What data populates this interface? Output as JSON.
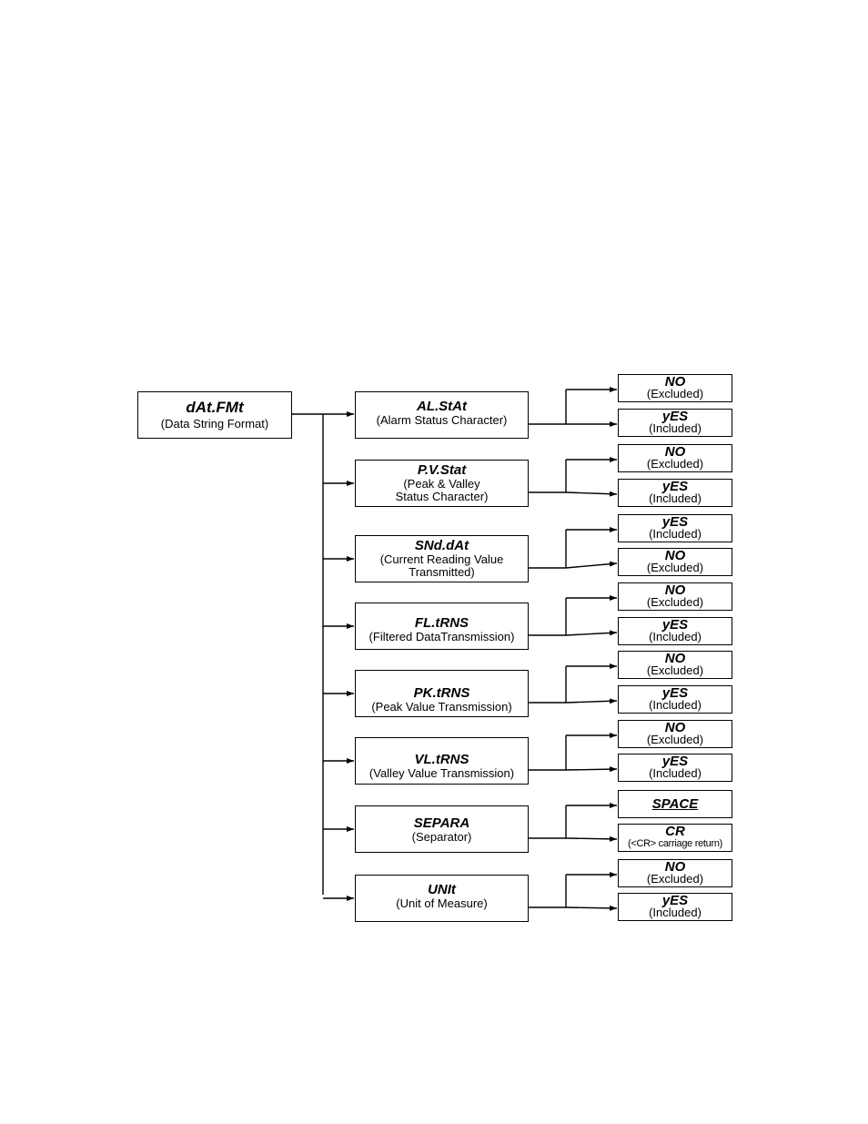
{
  "root": {
    "title": "dAt.FMt",
    "subtitle": "(Data String Format)"
  },
  "params": [
    {
      "title": "AL.StAt",
      "subtitle": "(Alarm Status Character)",
      "options": [
        {
          "title": "NO",
          "subtitle": "(Excluded)"
        },
        {
          "title": "yES",
          "subtitle": "(Included)"
        }
      ]
    },
    {
      "title": "P.V.Stat",
      "subtitle": "(Peak & Valley\nStatus Character)",
      "options": [
        {
          "title": "NO",
          "subtitle": "(Excluded)"
        },
        {
          "title": "yES",
          "subtitle": "(Included)"
        }
      ]
    },
    {
      "title": "SNd.dAt",
      "subtitle": "(Current Reading Value\nTransmitted)",
      "options": [
        {
          "title": "yES",
          "subtitle": "(Included)"
        },
        {
          "title": "NO",
          "subtitle": "(Excluded)"
        }
      ]
    },
    {
      "title": "FL.tRNS",
      "subtitle": "(Filtered DataTransmission)",
      "options": [
        {
          "title": "NO",
          "subtitle": "(Excluded)"
        },
        {
          "title": "yES",
          "subtitle": "(Included)"
        }
      ]
    },
    {
      "title": "PK.tRNS",
      "subtitle": "(Peak Value Transmission)",
      "options": [
        {
          "title": "NO",
          "subtitle": "(Excluded)"
        },
        {
          "title": "yES",
          "subtitle": "(Included)"
        }
      ]
    },
    {
      "title": "VL.tRNS",
      "subtitle": "(Valley Value Transmission)",
      "options": [
        {
          "title": "NO",
          "subtitle": "(Excluded)"
        },
        {
          "title": "yES",
          "subtitle": "(Included)"
        }
      ]
    },
    {
      "title": "SEPARA",
      "subtitle": "(Separator)",
      "options": [
        {
          "title": "SPACE",
          "subtitle": ""
        },
        {
          "title": "CR",
          "subtitle": "(<CR> carriage return)"
        }
      ]
    },
    {
      "title": "UNIt",
      "subtitle": "(Unit of Measure)",
      "options": [
        {
          "title": "NO",
          "subtitle": "(Excluded)"
        },
        {
          "title": "yES",
          "subtitle": "(Included)"
        }
      ]
    }
  ]
}
